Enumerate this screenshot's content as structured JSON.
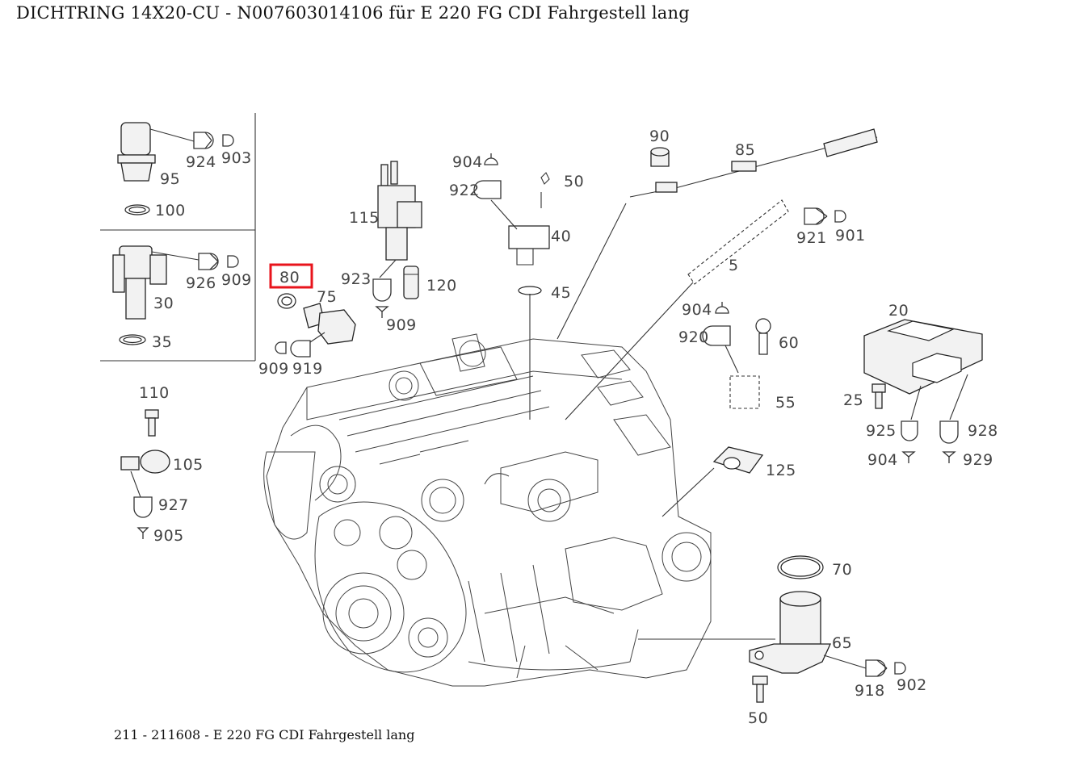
{
  "header": {
    "title": "DICHTRING 14X20-CU - N007603014106 für E 220 FG CDI Fahrgestell lang"
  },
  "footer": {
    "caption": "211 - 211608 - E 220 FG CDI Fahrgestell lang"
  },
  "highlight": {
    "part_label": "80",
    "color": "#e8141c"
  },
  "diagram": {
    "labels": {
      "p924": "924",
      "p903": "903",
      "p95": "95",
      "p100": "100",
      "p926": "926",
      "p909a": "909",
      "p30": "30",
      "p35": "35",
      "p80": "80",
      "p75": "75",
      "p909b": "909",
      "p919": "919",
      "p115": "115",
      "p923": "923",
      "p120": "120",
      "p909c": "909",
      "p110": "110",
      "p105": "105",
      "p927": "927",
      "p905": "905",
      "p904a": "904",
      "p922": "922",
      "p50a": "50",
      "p40": "40",
      "p45": "45",
      "p90": "90",
      "p85": "85",
      "p921": "921",
      "p901": "901",
      "p5": "5",
      "p904b": "904",
      "p920": "920",
      "p60": "60",
      "p55": "55",
      "p125": "125",
      "p20": "20",
      "p25": "25",
      "p925": "925",
      "p928": "928",
      "p904c": "904",
      "p929": "929",
      "p70": "70",
      "p65": "65",
      "p918": "918",
      "p902": "902",
      "p50b": "50"
    }
  }
}
